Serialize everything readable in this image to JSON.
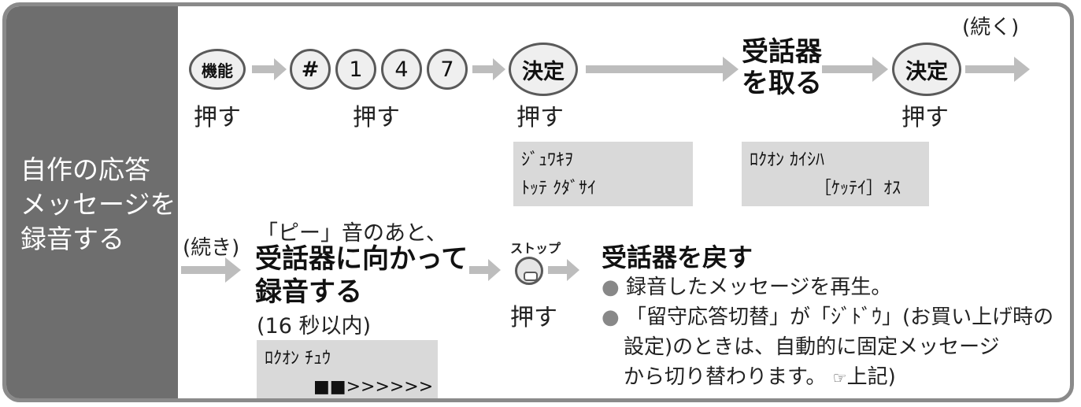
{
  "sidebar": {
    "title": "自作の応答\nメッセージを\n録音する"
  },
  "row1": {
    "key_kinou": "機能",
    "key_hash": "#",
    "key_1": "1",
    "key_4": "4",
    "key_7": "7",
    "key_kettei": "決定",
    "push_label": "押す",
    "pickup_text_1": "受話器",
    "pickup_text_2": "を取る",
    "continued": "(続く)",
    "lcd1": {
      "line1": "ｼﾞｭﾜｷｦ",
      "line2": "ﾄｯﾃ ｸﾀﾞｻｲ"
    },
    "lcd2": {
      "line1": "ﾛｸｵﾝ ｶｲｼﾊ",
      "line2": "［ｹｯﾃｲ］ｵｽ"
    }
  },
  "row2": {
    "continued": "(続き)",
    "beep_text": "「ピー」音のあと、",
    "record_line1": "受話器に向かって",
    "record_line2": "録音する",
    "limit": "(16 秒以内)",
    "lcd3": {
      "line1": "ﾛｸｵﾝ ﾁｭｳ",
      "line2": "■■>>>>>>"
    },
    "stop_label": "ストップ",
    "push_label": "押す",
    "hangup": "受話器を戻す",
    "bullet": "●",
    "note1": "録音したメッセージを再生。",
    "note2_line1": "「留守応答切替」が「ｼﾞﾄﾞｳ」(お買い上げ時の",
    "note2_line2": "設定)のときは、自動的に固定メッセージ",
    "note2_line3": "から切り替わります。",
    "ref_text": "上記)"
  },
  "colors": {
    "sidebar": "#6e6e6e",
    "arrow": "#bdbdbd",
    "lcd": "#d9d9d9",
    "frame": "#8a8a8a"
  }
}
